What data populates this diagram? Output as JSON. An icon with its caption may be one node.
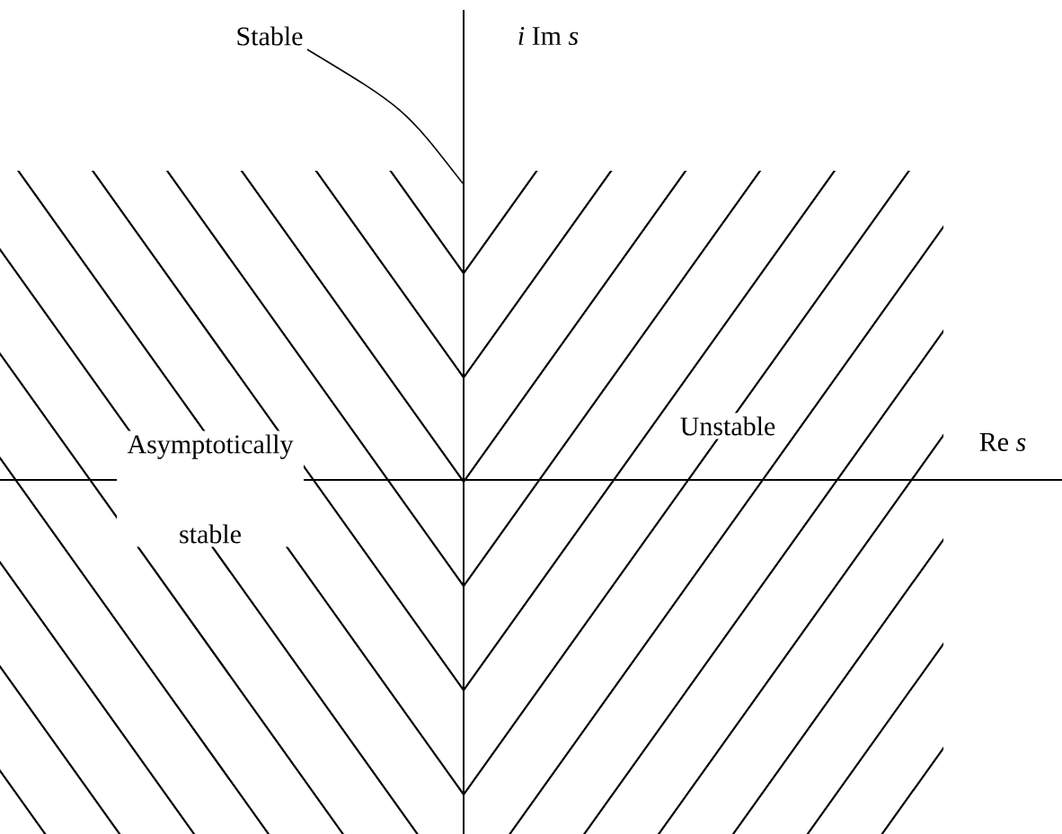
{
  "diagram": {
    "nodes": [
      {
        "text": [
          "Stable"
        ]
      },
      {
        "text": [],
        "shape": "line"
      }
    ],
    "edges": [
      {
        "from": 0,
        "to": 1,
        "arrow": "none"
      }
    ],
    "labels": [
      "*i* Im *s*",
      "Unstable",
      "Asymptotically stable",
      "Re *s*"
    ]
  }
}
